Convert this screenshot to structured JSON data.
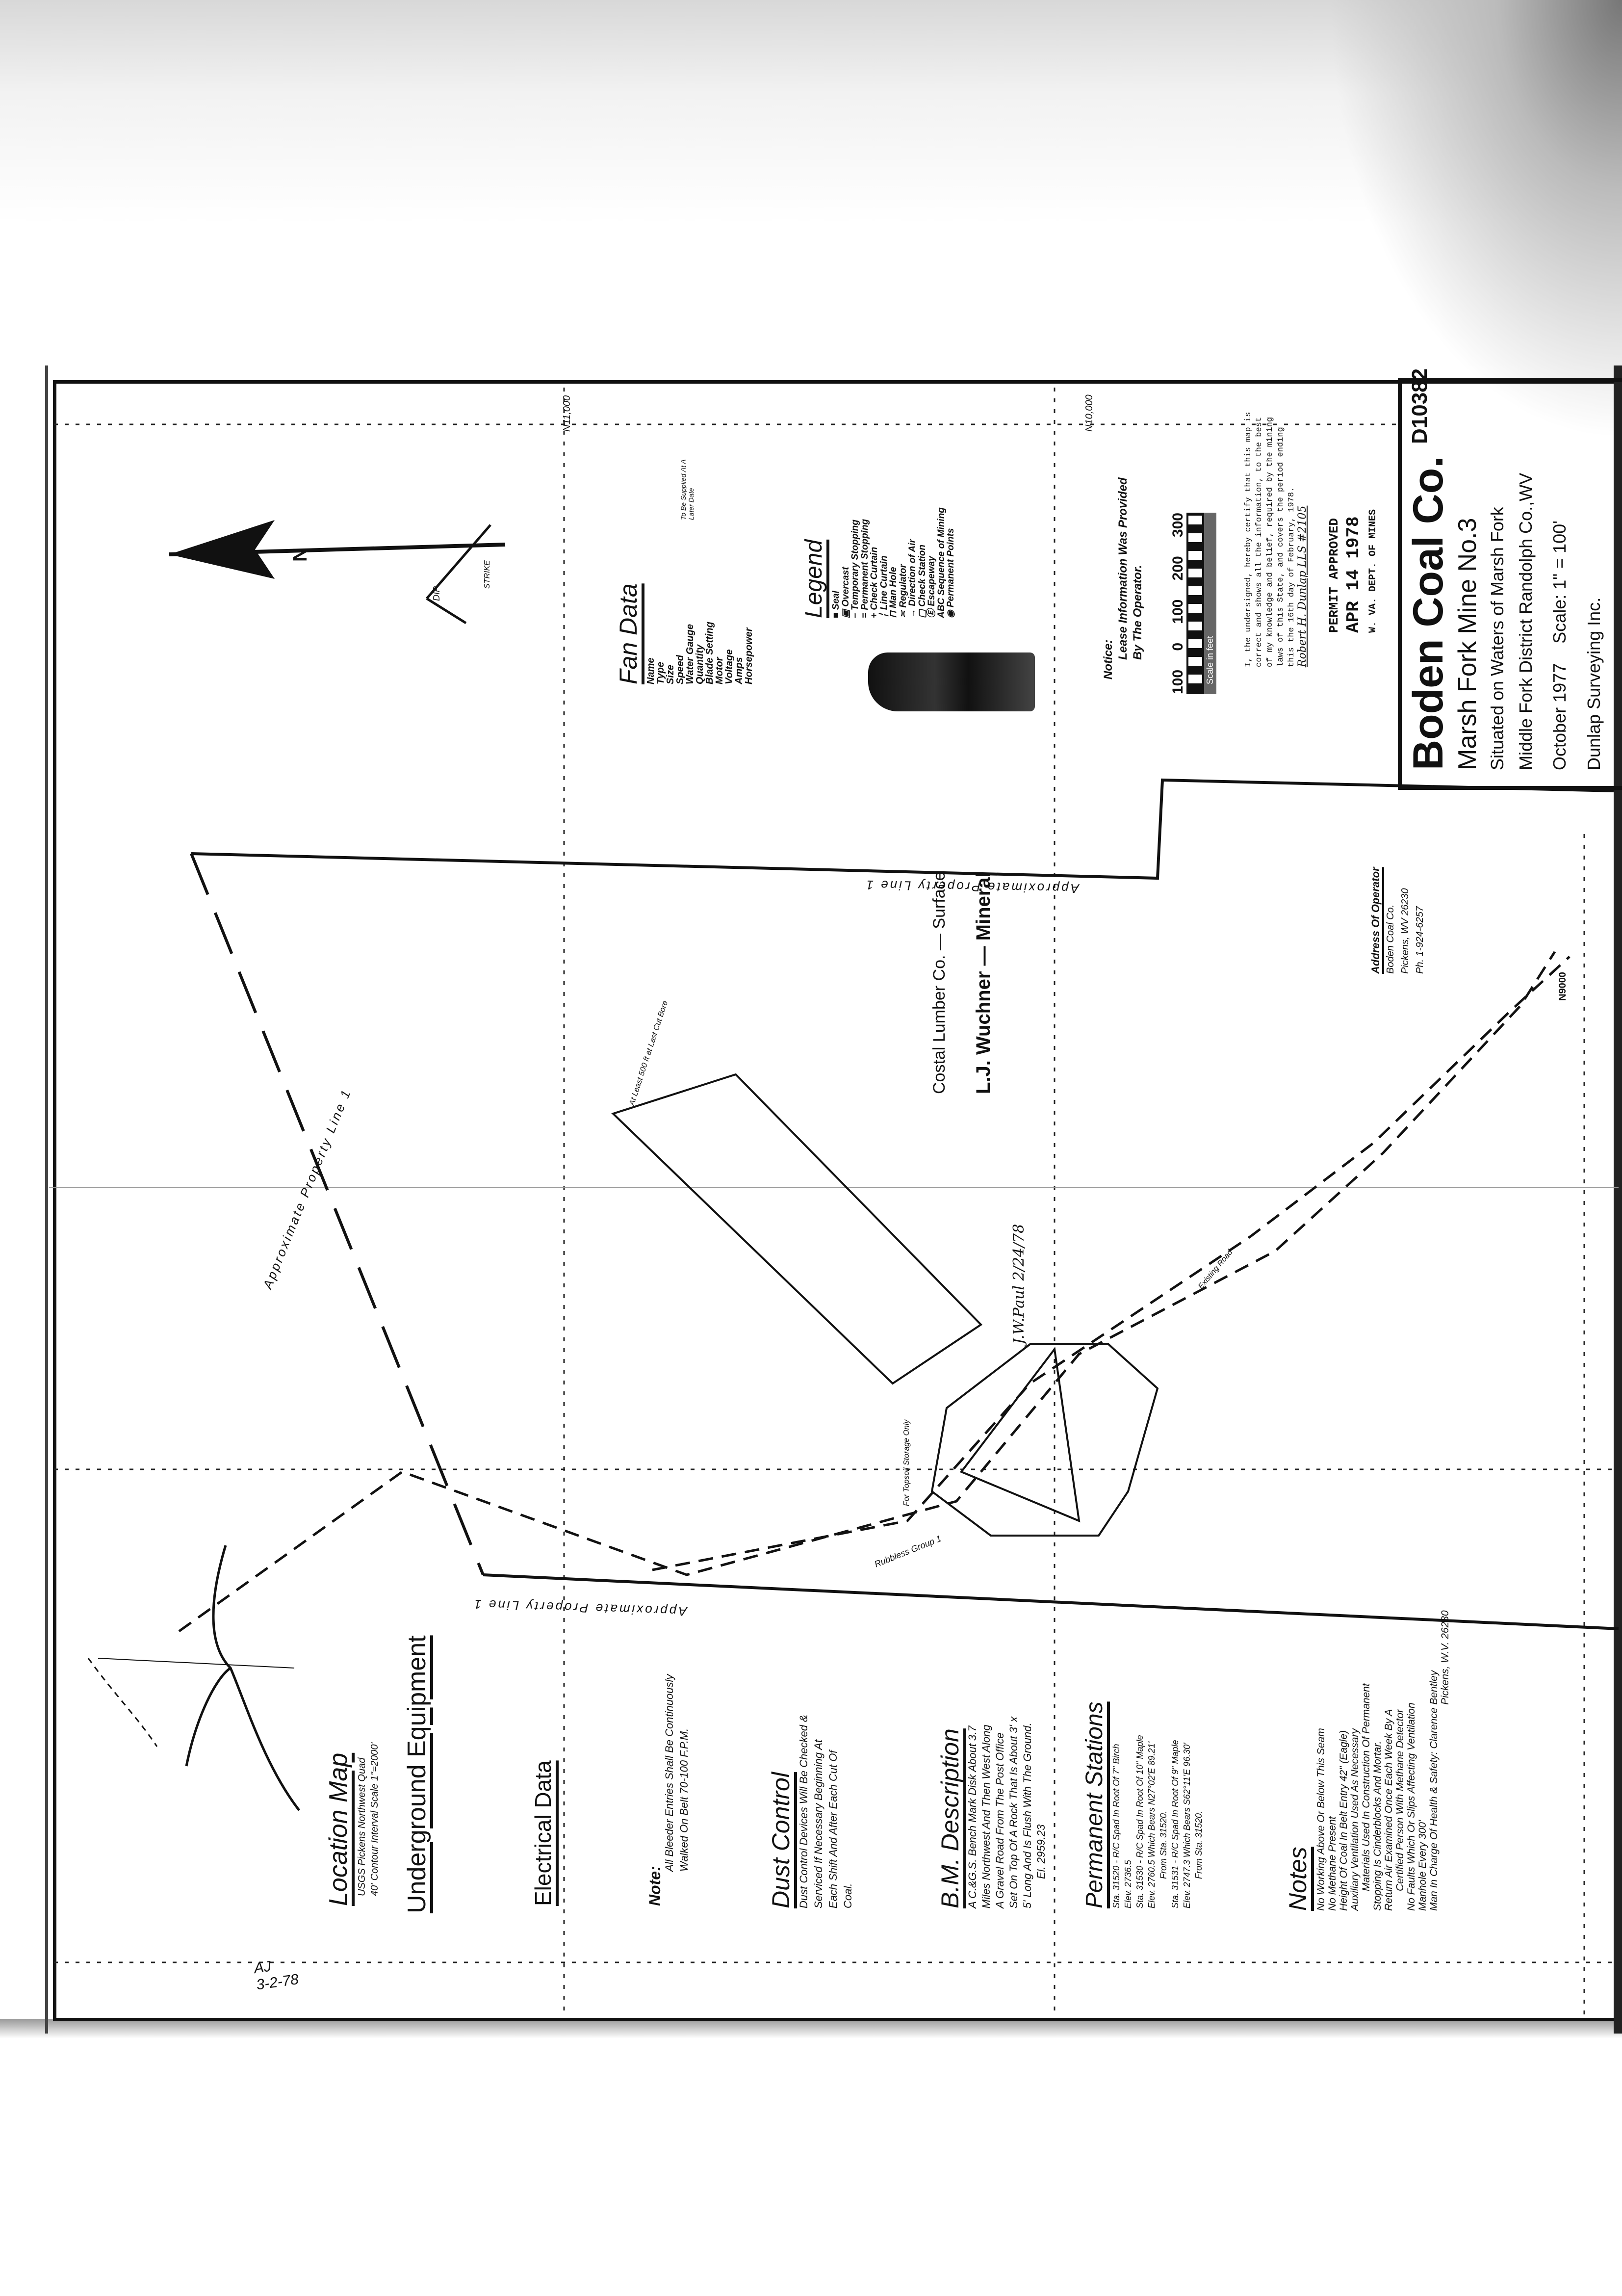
{
  "title_block": {
    "company": "Boden Coal Co.",
    "map_id": "D10382",
    "mine": "Marsh Fork Mine No.3",
    "situated": "Situated on Waters of Marsh Fork",
    "district": "Middle Fork District  Randolph Co.,WV",
    "date": "October 1977",
    "scale": "Scale: 1\" = 100'",
    "surveyor": "Dunlap Surveying Inc."
  },
  "permit_stamp": [
    "PERMIT APPROVED",
    "APR 14 1978",
    "W. VA. DEPT. OF MINES"
  ],
  "certification": [
    "I, the undersigned, hereby certify that this map is",
    "correct and shows all the information, to the best",
    "of my knowledge and belief, required by the mining",
    "laws of this State, and covers the period ending",
    "this the 16th day of February, 1978.",
    "Robert H. Dunlap LLS #2105"
  ],
  "scale_bar": {
    "labels": [
      "100",
      "0",
      "100",
      "200",
      "300"
    ],
    "unit": "Scale in feet"
  },
  "notice": {
    "label": "Notice:",
    "lines": [
      "Lease Information Was Provided",
      "By The Operator."
    ]
  },
  "grid_labels": [
    "N10,000",
    "N11,000",
    "N9000"
  ],
  "legend": {
    "title": "Legend",
    "items": [
      "Seal",
      "Overcast",
      "Temporary Stopping",
      "Permanent Stopping",
      "Check Curtain",
      "Line Curtain",
      "Man Hole",
      "Regulator",
      "Direction of Air",
      "Check Station",
      "Escapeway",
      "Sequence of Mining",
      "Permanent Points"
    ]
  },
  "fan_data": {
    "title": "Fan Data",
    "items": [
      "Name",
      "Type",
      "Size",
      "Speed",
      "Water Gauge",
      "Quantity",
      "Blade Setting",
      "Motor",
      "Voltage",
      "Amps",
      "Horsepower"
    ],
    "note": [
      "To Be Supplied At A",
      "Later Date"
    ]
  },
  "north_arrow": {
    "label": "N",
    "dip": "DIP",
    "strike": "STRIKE"
  },
  "address": {
    "title": "Address Of Operator",
    "lines": [
      "Boden Coal Co.",
      "Pickens, WV 26230",
      "Ph. 1-924-6257"
    ]
  },
  "ownership": [
    "Costal Lumber Co. — Surface",
    "L.J. Wuchner — Mineral"
  ],
  "map_labels": {
    "property_line": "Approximate Property Line 1",
    "property_line_2": "Approximate Property Line 1",
    "property_line_3": "Approximate Property Line 1",
    "entries": "Rubbless Group 1",
    "storage": "For Topsoil Storage Only",
    "existing_road": "Existing Road",
    "last_cut": "At Least 500 ft at Last Cut Bore",
    "signature": "J.W.Paul 2/24/78"
  },
  "location_map": {
    "title": "Location Map",
    "lines": [
      "USGS Pickens Northwest Quad",
      "40' Contour Interval  Scale 1\"=2000'"
    ]
  },
  "underground_equipment": "Underground Equipment",
  "electrical_data": "Electrical Data",
  "note": {
    "label": "Note:",
    "lines": [
      "All Bleeder Entries Shall Be Continuously",
      "Walked On Belt 70-100 F.P.M."
    ]
  },
  "dust_control": {
    "title": "Dust Control",
    "lines": [
      "Dust Control Devices Will Be Checked &",
      "Serviced If Necessary Beginning At",
      "Each Shift And After Each Cut Of",
      "Coal."
    ]
  },
  "bm_description": {
    "title": "B.M. Description",
    "lines": [
      "A C.&G.S. Bench Mark Disk About 3.7",
      "Miles Northwest And Then West Along",
      "A Gravel Road From The Post Office",
      "Set On Top Of A Rock That Is About 3' x",
      "5' Long And Is Flush With The Ground.",
      "El. 2959.23"
    ]
  },
  "permanent_stations": {
    "title": "Permanent Stations",
    "lines": [
      "Sta. 31520 - R/C Spad In Root Of 7\" Birch",
      "Elev. 2736.5",
      "Sta. 31530 - R/C Spad In Root Of 10\" Maple",
      "Elev. 2760.5  Which Bears N27°02'E 89.21'",
      "From Sta. 31520.",
      "Sta. 31531 - R/C Spad In Root Of 9\" Maple",
      "Elev. 2747.3  Which Bears S62°11'E 96.30'",
      "From Sta. 31520."
    ]
  },
  "notes": {
    "title": "Notes",
    "lines": [
      "No Working Above Or Below This Seam",
      "No Methane Present",
      "Height Of Coal In Belt Entry 42\" (Eagle)",
      "Auxiliary Ventilation Used As Necessary",
      "Materials Used In Construction Of Permanent",
      "Stopping Is Cinderblocks And Mortar.",
      "Return Air Examined Once Each Week By A",
      "Certified Person With Methane Detector",
      "No Faults Which Or Slips Affecting Ventilation",
      "Manhole Every 300'",
      "Man In Charge Of Health & Safety: Clarence Bentley",
      "Pickens, W.V. 26230"
    ]
  },
  "initials": [
    "AJ",
    "3-2-78"
  ]
}
